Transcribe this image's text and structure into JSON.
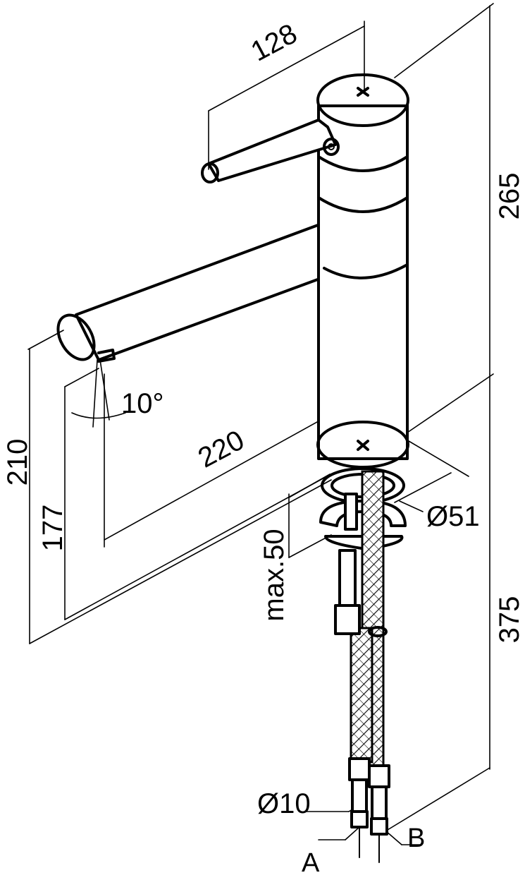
{
  "drawing": {
    "dimensions": {
      "lever_reach": "128",
      "total_height": "265",
      "spout_length": "220",
      "spout_height": "210",
      "spout_outlet_height": "177",
      "swivel_angle": "10°",
      "base_diameter": "Ø51",
      "max_deck_thickness": "max.50",
      "hose_length": "375",
      "hose_diameter": "Ø10"
    },
    "connections": {
      "hose_a": "A",
      "hose_b": "B"
    }
  }
}
